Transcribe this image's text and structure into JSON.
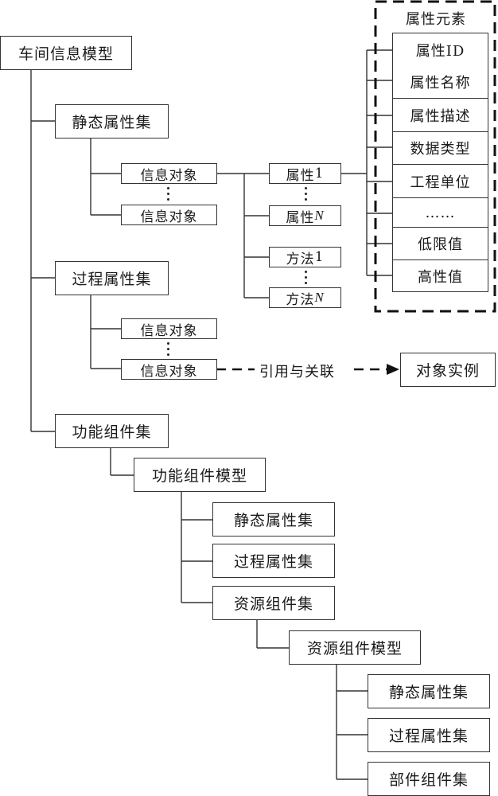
{
  "diagram": {
    "root": {
      "label": "车间信息模型"
    },
    "static_set": {
      "label": "静态属性集"
    },
    "process_set": {
      "label": "过程属性集"
    },
    "function_set": {
      "label": "功能组件集"
    },
    "static_info_objects": [
      "信息对象",
      "信息对象"
    ],
    "process_info_objects": [
      "信息对象",
      "信息对象"
    ],
    "members": [
      {
        "prefix": "属性",
        "suffix": "1"
      },
      {
        "prefix": "属性",
        "suffix": "N"
      },
      {
        "prefix": "方法",
        "suffix": "1"
      },
      {
        "prefix": "方法",
        "suffix": "N"
      }
    ],
    "attribute_elements": {
      "title": "属性元素",
      "items": [
        "属性ID",
        "属性名称",
        "属性描述",
        "数据类型",
        "工程单位",
        "……",
        "低限值",
        "高性值"
      ]
    },
    "reference": {
      "label": "引用与关联",
      "target": "对象实例"
    },
    "function_model": {
      "label": "功能组件模型",
      "children": [
        "静态属性集",
        "过程属性集",
        "资源组件集"
      ]
    },
    "resource_model": {
      "label": "资源组件模型",
      "children": [
        "静态属性集",
        "过程属性集",
        "部件组件集"
      ]
    },
    "ellipsis": "⋮"
  }
}
